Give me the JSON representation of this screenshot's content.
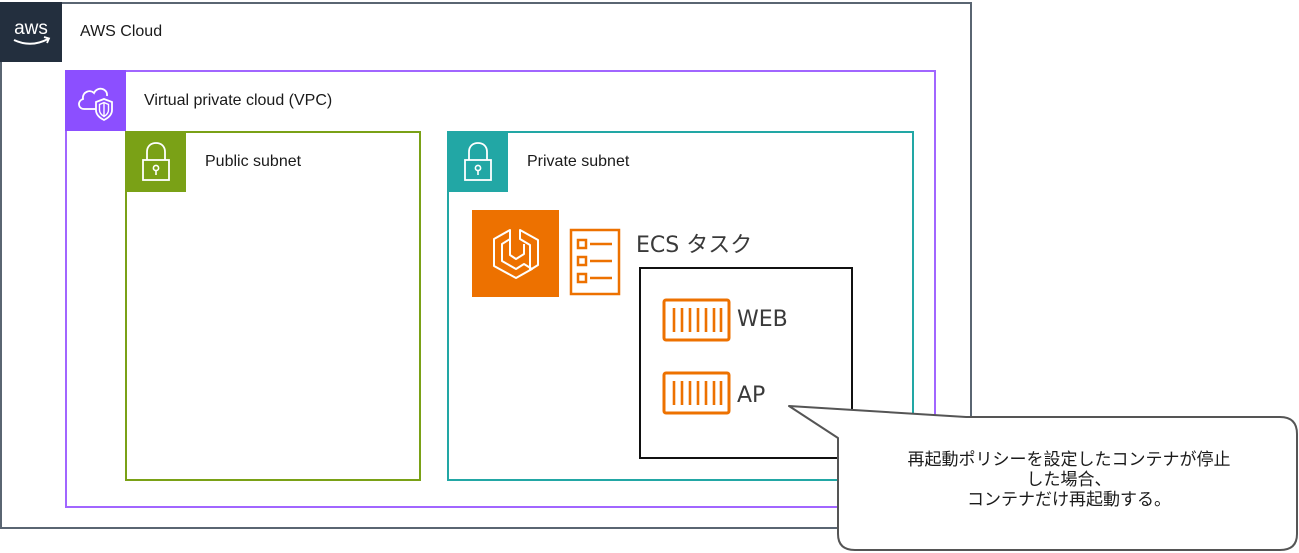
{
  "groups": {
    "aws_cloud": {
      "label": "AWS Cloud",
      "logo_text": "aws",
      "color": "#232f3e"
    },
    "vpc": {
      "label": "Virtual private cloud (VPC)",
      "color": "#8c4fff"
    },
    "public_subnet": {
      "label": "Public subnet",
      "color": "#7aa116"
    },
    "private_subnet": {
      "label": "Private subnet",
      "color": "#01a88d"
    }
  },
  "ecs": {
    "label": "ECS タスク",
    "service_color": "#ed7100",
    "containers": [
      {
        "label": "WEB"
      },
      {
        "label": "AP"
      }
    ]
  },
  "callout": {
    "lines": [
      "再起動ポリシーを設定したコンテナが停止",
      "した場合、",
      "コンテナだけ再起動する。"
    ]
  }
}
